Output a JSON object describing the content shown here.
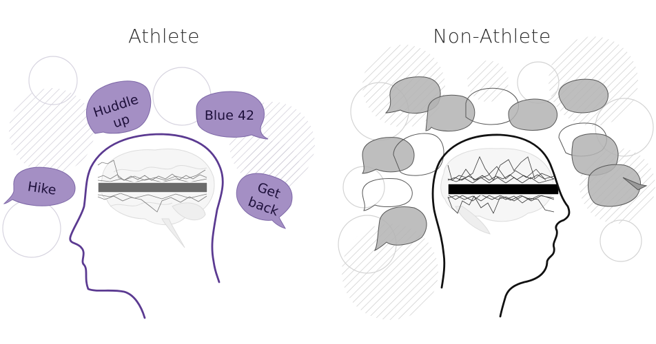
{
  "panels": {
    "athlete": {
      "title": "Athlete",
      "accent_color": "#5b3a91",
      "bubble_fill": "#a48fc4",
      "bubbles": [
        {
          "line1": "Huddle",
          "line2": "up"
        },
        {
          "line1": "Blue 42",
          "line2": ""
        },
        {
          "line1": "Hike",
          "line2": ""
        },
        {
          "line1": "Get",
          "line2": "back"
        }
      ],
      "signal_bar_color": "#6b6b6b"
    },
    "non_athlete": {
      "title": "Non-Athlete",
      "accent_color": "#111111",
      "bubble_fill": "#b3b3b3",
      "bubble_count": 13,
      "signal_bar_color": "#000000"
    }
  },
  "icons": [
    "head-silhouette-icon",
    "brain-icon",
    "speech-bubble-icon",
    "hatched-circle-icon"
  ]
}
